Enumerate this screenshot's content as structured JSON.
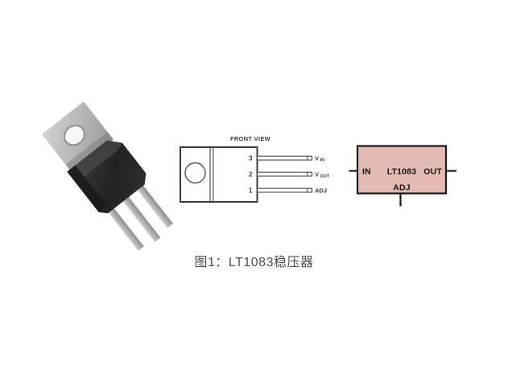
{
  "figure": {
    "caption": "图1：LT1083稳压器"
  },
  "package_photo": {
    "label": "TO-220 package photo",
    "body_color": "#262626",
    "tab_color": "#b8b8b8",
    "lead_color": "#b2b2b2"
  },
  "front_view": {
    "title": "FRONT VIEW",
    "pins": [
      {
        "number": "3",
        "label": "V",
        "sub": "IN"
      },
      {
        "number": "2",
        "label": "V",
        "sub": "OUT"
      },
      {
        "number": "1",
        "label": "ADJ",
        "sub": ""
      }
    ]
  },
  "block_diagram": {
    "part_number": "LT1083",
    "left_pin": "IN",
    "right_pin": "OUT",
    "bottom_pin": "ADJ",
    "fill": "#e4bbb3",
    "border": "#1a1a1a"
  }
}
